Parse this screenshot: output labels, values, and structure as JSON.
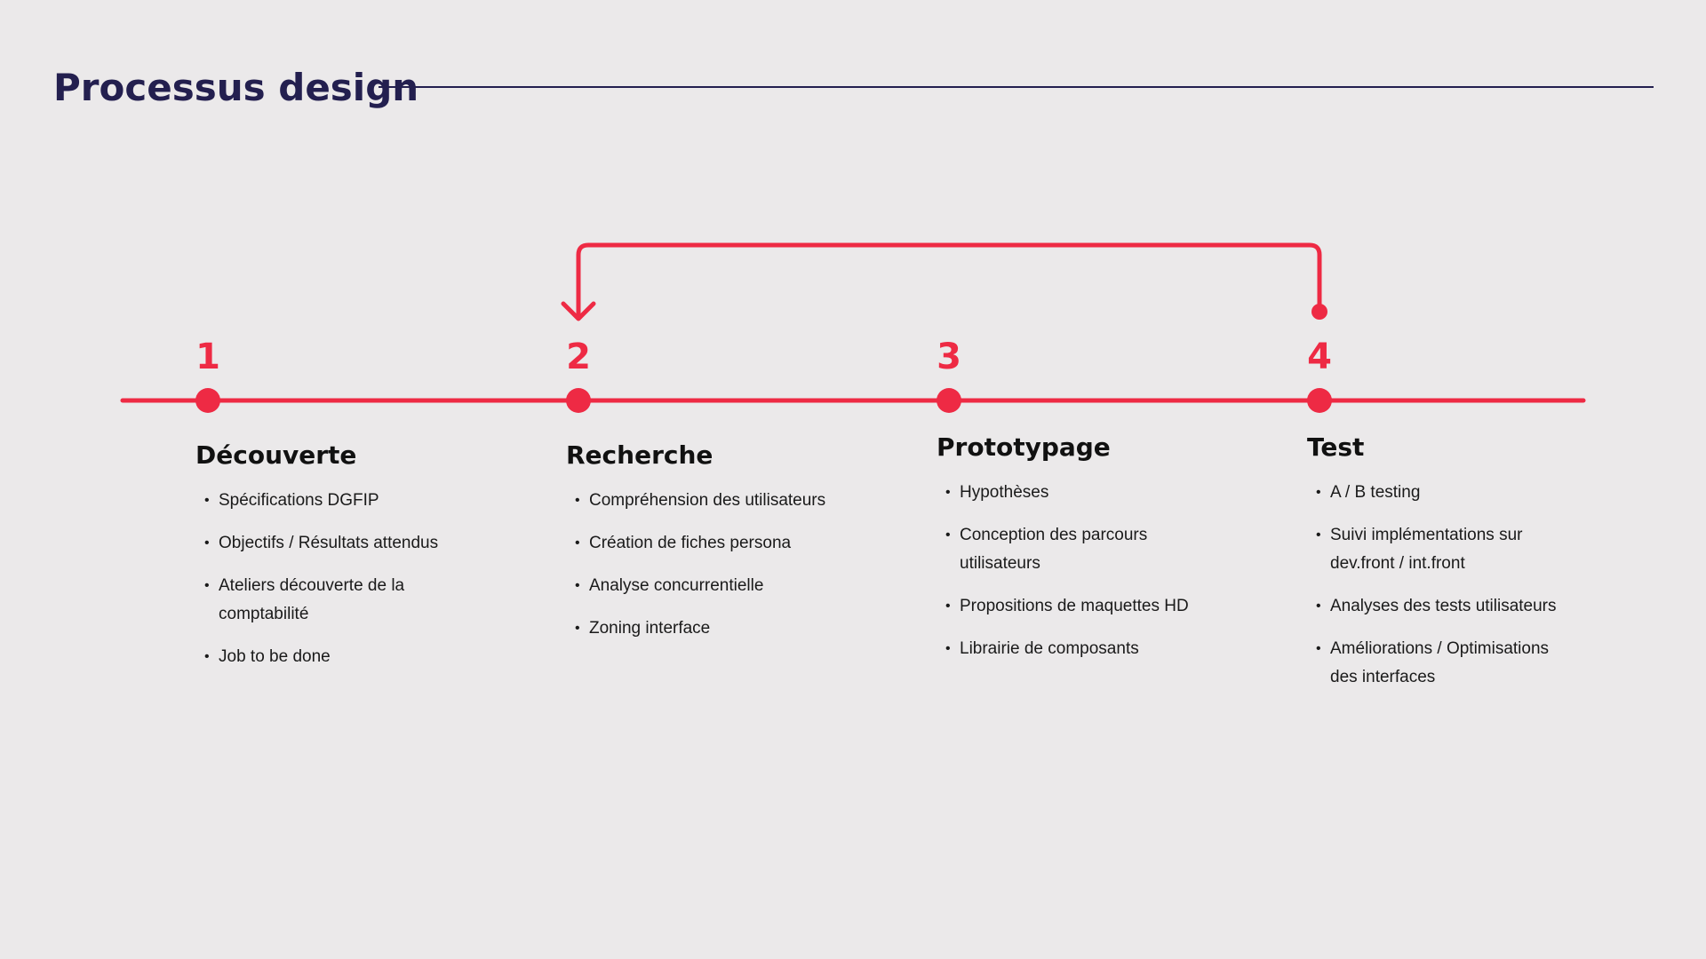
{
  "header": {
    "title": "Processus design"
  },
  "colors": {
    "accent": "#ee2a44",
    "title": "#231f4f",
    "background": "#ebe9ea"
  },
  "diagram": {
    "type": "timeline",
    "feedback_loop": {
      "from_step": "4",
      "to_step": "2"
    }
  },
  "steps": [
    {
      "number": "1",
      "title": "Découverte",
      "items": [
        "Spécifications DGFIP",
        "Objectifs / Résultats attendus",
        "Ateliers découverte de la comptabilité",
        "Job to be done"
      ]
    },
    {
      "number": "2",
      "title": "Recherche",
      "items": [
        "Compréhension des utilisateurs",
        "Création de fiches persona",
        "Analyse concurrentielle",
        "Zoning interface"
      ]
    },
    {
      "number": "3",
      "title": "Prototypage",
      "items": [
        "Hypothèses",
        "Conception des parcours utilisateurs",
        "Propositions de maquettes HD",
        "Librairie de composants"
      ]
    },
    {
      "number": "4",
      "title": "Test",
      "items": [
        "A / B testing",
        "Suivi implémentations sur dev.front / int.front",
        "Analyses des tests utilisateurs",
        "Améliorations / Optimisations des interfaces"
      ]
    }
  ]
}
